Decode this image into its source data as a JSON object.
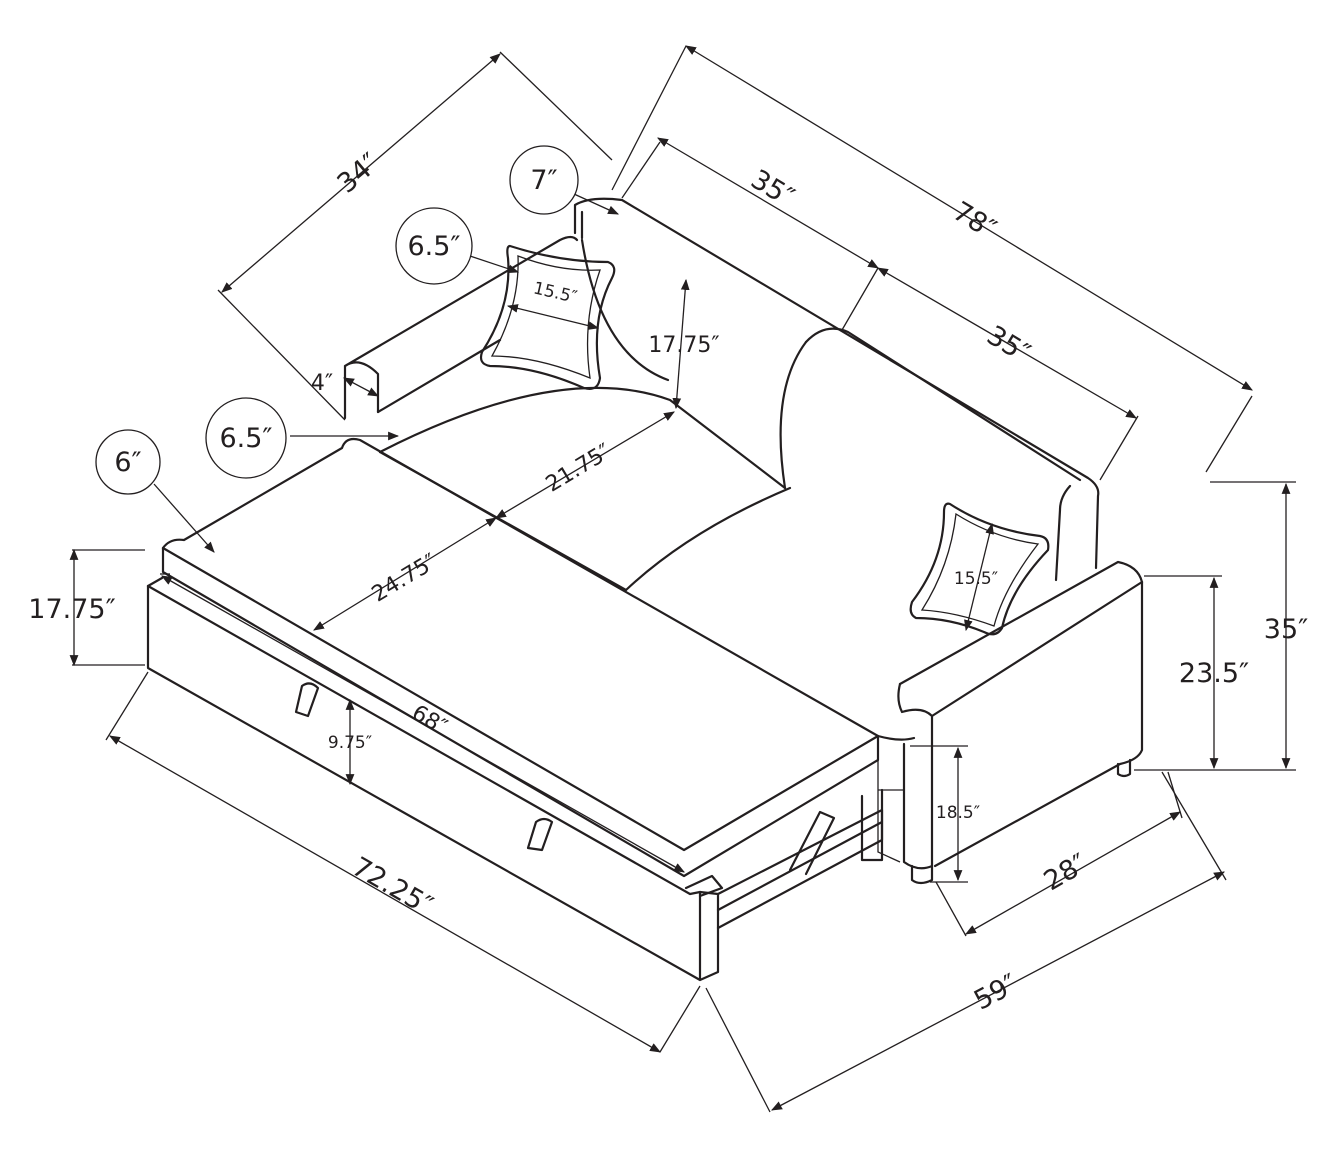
{
  "labels": {
    "back_width_total": "78″",
    "back_cushion_left": "35″",
    "back_cushion_right": "35″",
    "arm_depth": "34″",
    "arm_top_circle": "7″",
    "pillow_circle_top": "6.5″",
    "pillow_left": "15.5″",
    "back_height": "17.75″",
    "arm_width": "4″",
    "pillow_circle_side": "6.5″",
    "seat_depth": "21.75″",
    "mattress_circle": "6″",
    "mattress_depth": "24.75″",
    "pillow_right": "15.5″",
    "mattress_height": "17.75″",
    "bed_length": "68″",
    "leg_clearance": "9.75″",
    "arm_height": "23.5″",
    "overall_height": "35″",
    "seat_height": "18.5″",
    "overall_length": "72.25″",
    "sofa_depth": "28″",
    "bed_depth": "59″"
  }
}
